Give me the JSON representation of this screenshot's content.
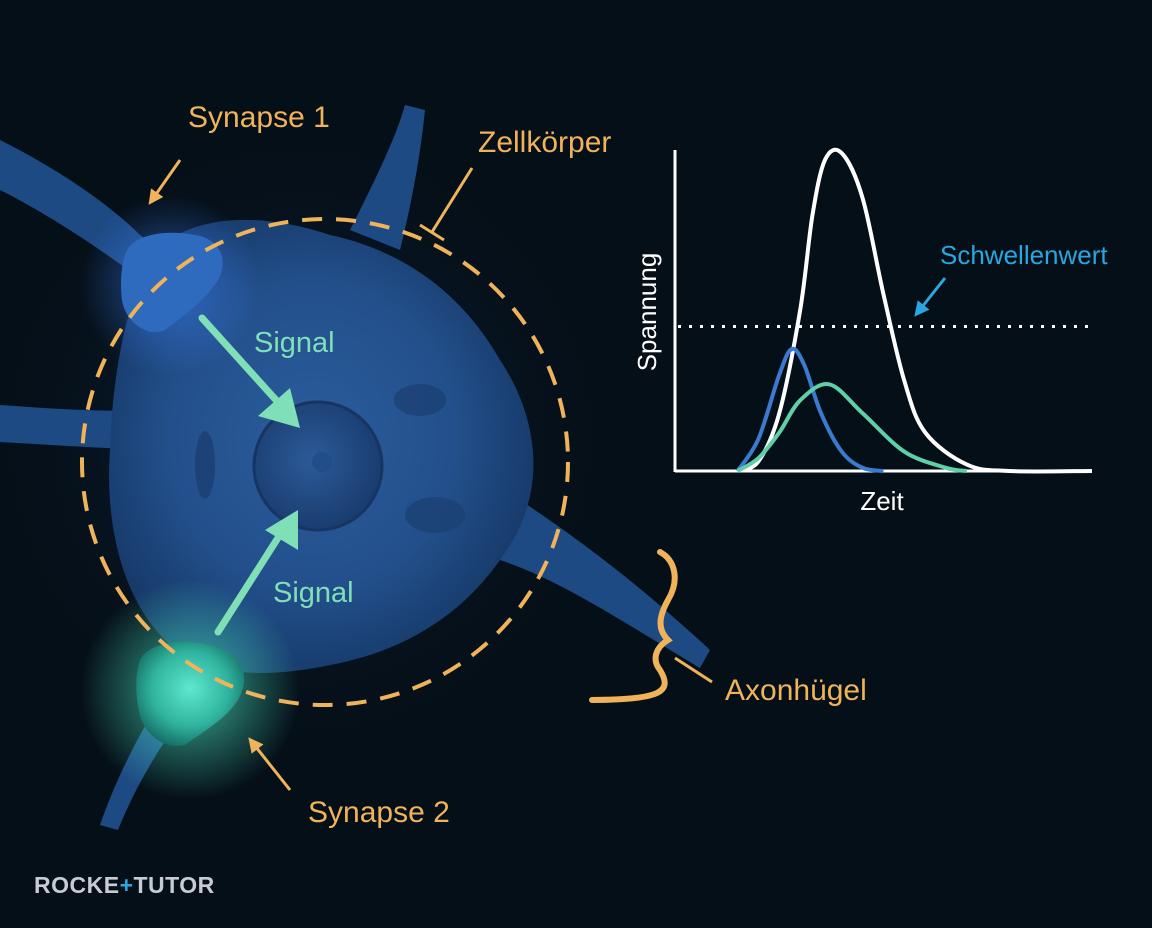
{
  "colors": {
    "background": "#050f18",
    "label_orange": "#f0b35a",
    "signal_green": "#7fe0b8",
    "threshold_blue": "#2aa6e0",
    "curve_blue": "#3a7bd0",
    "curve_green": "#5fcfa8",
    "curve_white": "#ffffff",
    "neuron_blue": "#2d5e9e"
  },
  "labels": {
    "synapse1": "Synapse 1",
    "synapse2": "Synapse 2",
    "zellkoerper": "Zellkörper",
    "axonhuegel": "Axonhügel",
    "signal_top": "Signal",
    "signal_bottom": "Signal"
  },
  "graph": {
    "ylabel": "Spannung",
    "xlabel": "Zeit",
    "threshold_label": "Schwellenwert"
  },
  "chart_data": {
    "type": "line",
    "xlabel": "Zeit",
    "ylabel": "Spannung",
    "annotations": [
      "Schwellenwert"
    ],
    "threshold": 0.45,
    "ylim": [
      0,
      1
    ],
    "xlim": [
      0,
      1
    ],
    "series": [
      {
        "color": "#ffffff",
        "x": [
          0.15,
          0.2,
          0.25,
          0.3,
          0.33,
          0.36,
          0.4,
          0.45,
          0.5,
          0.55,
          0.6,
          0.7,
          0.8,
          1.0
        ],
        "y": [
          0.0,
          0.03,
          0.18,
          0.5,
          0.8,
          0.97,
          0.99,
          0.85,
          0.55,
          0.28,
          0.12,
          0.02,
          0.0,
          0.0
        ]
      },
      {
        "color": "#3a7bd0",
        "x": [
          0.15,
          0.2,
          0.25,
          0.28,
          0.31,
          0.35,
          0.4,
          0.45,
          0.5
        ],
        "y": [
          0.0,
          0.1,
          0.3,
          0.38,
          0.33,
          0.18,
          0.06,
          0.01,
          0.0
        ]
      },
      {
        "color": "#5fcfa8",
        "x": [
          0.15,
          0.2,
          0.25,
          0.3,
          0.37,
          0.45,
          0.55,
          0.65,
          0.7
        ],
        "y": [
          0.0,
          0.04,
          0.12,
          0.22,
          0.27,
          0.18,
          0.06,
          0.01,
          0.0
        ]
      }
    ]
  },
  "logo": {
    "part1": "ROCKE",
    "plus": "+",
    "part2": "TUTOR"
  }
}
